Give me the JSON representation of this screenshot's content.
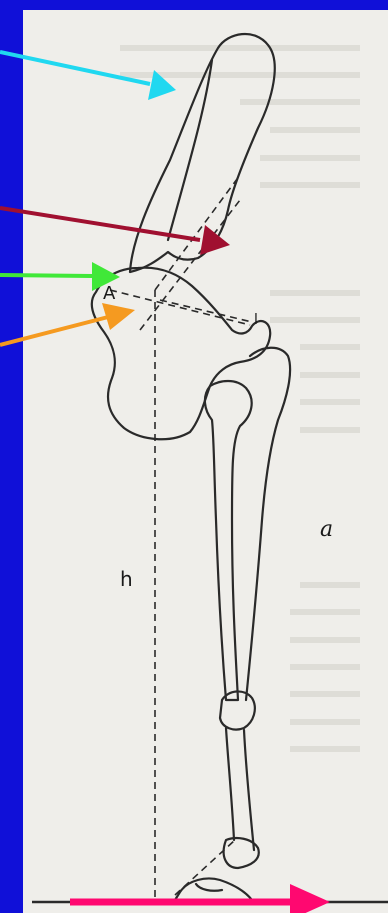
{
  "figure": {
    "labels": {
      "angle": "A",
      "height": "h",
      "panel": "a",
      "lever": "l"
    },
    "arrow_colors": {
      "cyan": "#20d8f0",
      "maroon": "#a01030",
      "green": "#40e838",
      "orange": "#f59a20",
      "pink": "#ff0870"
    },
    "background": "#1010d8",
    "paper": "#efeeea"
  }
}
